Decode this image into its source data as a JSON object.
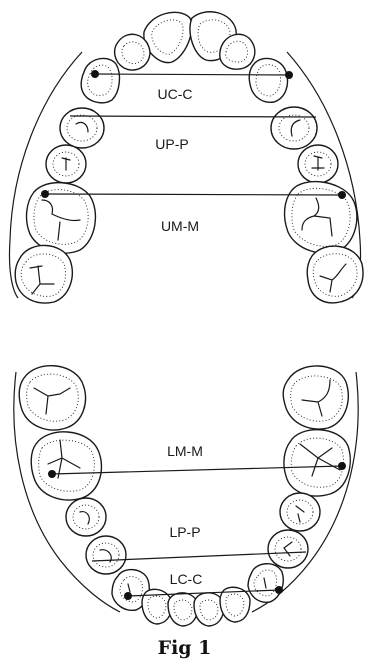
{
  "labels": {
    "uc_c": "UC-C",
    "up_p": "UP-P",
    "um_m": "UM-M",
    "lm_m": "LM-M",
    "lp_p": "LP-P",
    "lc_c": "LC-C"
  },
  "caption": "Fig 1"
}
